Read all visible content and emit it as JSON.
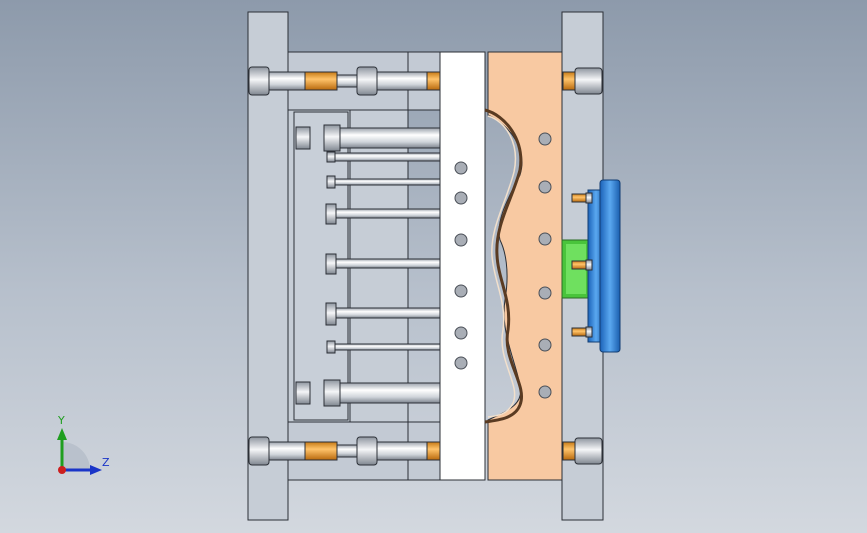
{
  "viewport": {
    "background_top": "#8d9aab",
    "background_bottom": "#d3d8df"
  },
  "triad": {
    "y_label": "Y",
    "z_label": "Z",
    "y_color": "#1f9e1f",
    "z_color": "#1a35c8",
    "origin_color": "#cc1f1f"
  },
  "model": {
    "clamp_plate_color": "#c4cbd5",
    "core_plate_color": "#ffffff",
    "cavity_plate_color": "#f8c9a2",
    "locating_ring_color": "#2f7fd6",
    "sprue_bushing_color": "#49c43b",
    "guide_sleeve_color": "#f2a23a",
    "ejector_pin_color": "#e4e7ec",
    "cooling_hole_color": "#a9aeb6",
    "cooling_holes_core": 6,
    "cooling_holes_cavity": 6,
    "ejector_pins": 6,
    "guide_pins": 2
  }
}
